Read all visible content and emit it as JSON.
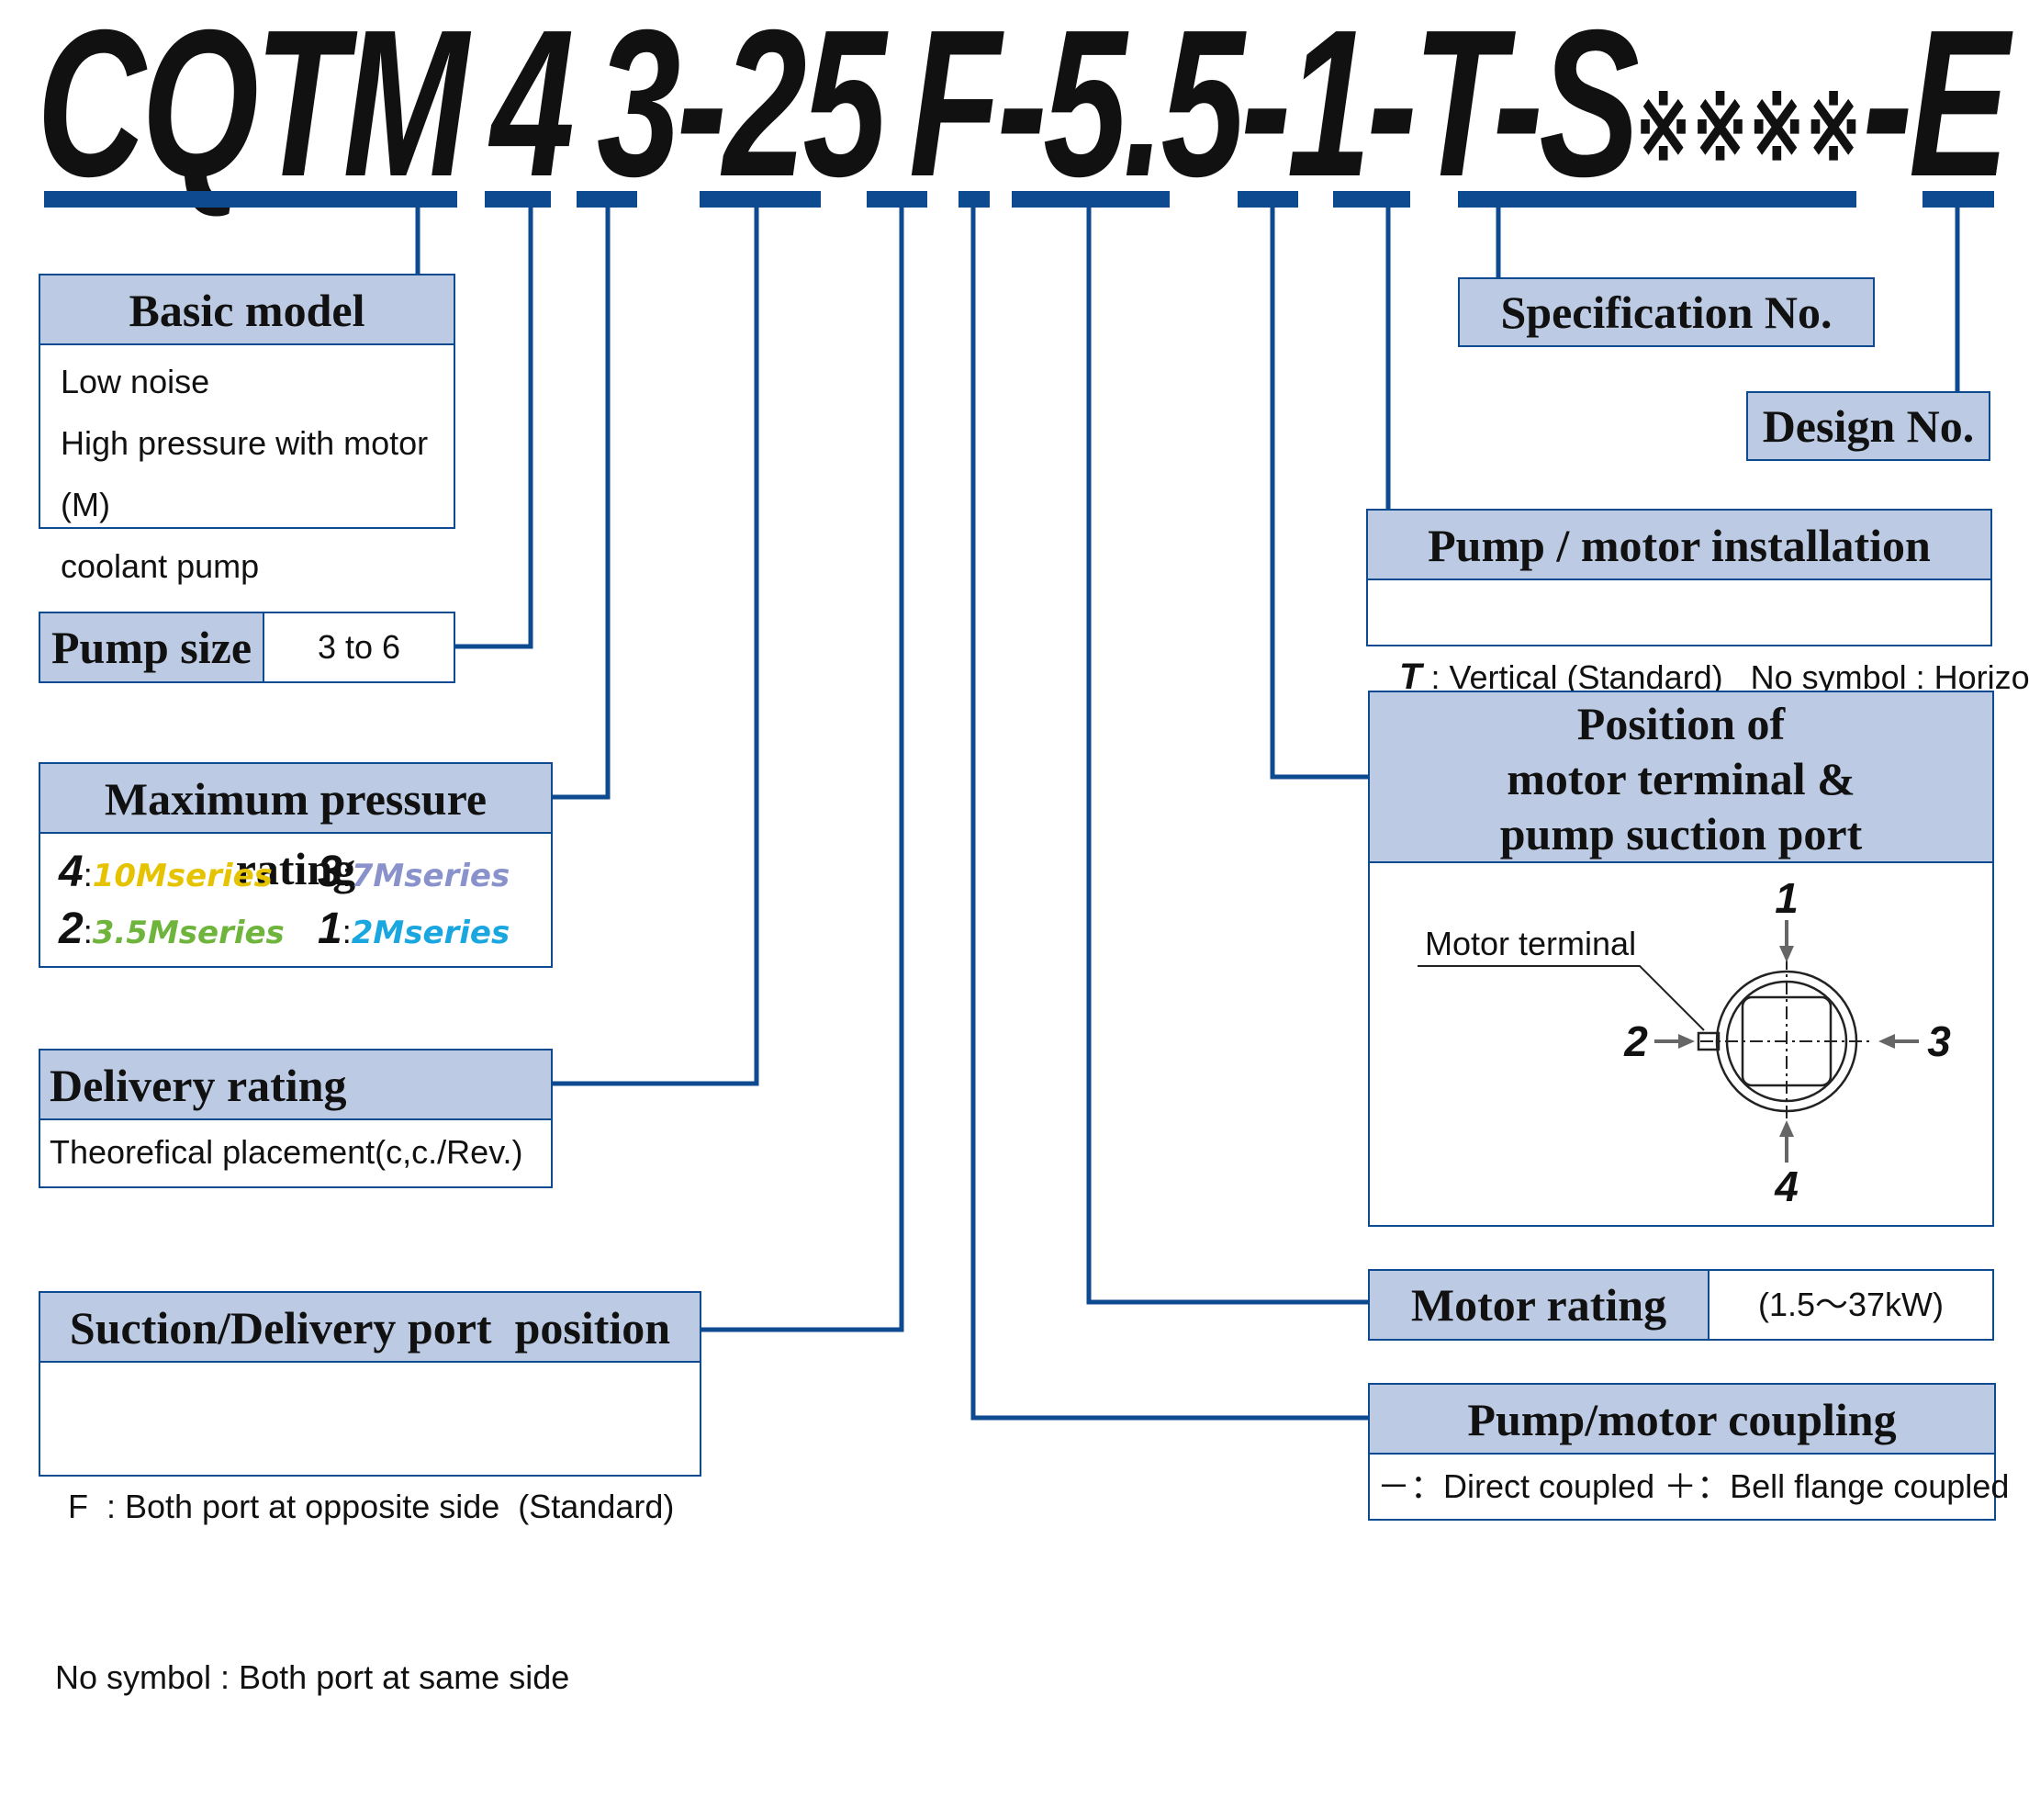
{
  "model_code": {
    "c1": "CQTM",
    "c2": "4",
    "c3": "3-25",
    "c4": "F-5.5-1-T-S",
    "marks": "※※※※",
    "c5": "-E"
  },
  "basic_model": {
    "title": "Basic model",
    "lines": [
      "Low noise",
      "High pressure with motor (M)",
      "coolant pump"
    ]
  },
  "pump_size": {
    "title": "Pump size",
    "value": "3 to 6"
  },
  "max_pressure": {
    "title": "Maximum pressure rating",
    "items": [
      {
        "symbol": "4",
        "sep": ":",
        "series": "10Mseries",
        "color": "#e6c300"
      },
      {
        "symbol": "3",
        "sep": ":",
        "series": "7Mseries",
        "color": "#8a92cc"
      },
      {
        "symbol": "2",
        "sep": ":",
        "series": "3.5Mseries",
        "color": "#6fb43c"
      },
      {
        "symbol": "1",
        "sep": ":",
        "series": "2Mseries",
        "color": "#1aa7e0"
      }
    ]
  },
  "delivery": {
    "title": "Delivery rating",
    "desc": "Theorefical placement(c,c./Rev.)"
  },
  "suction": {
    "title": "Suction/Delivery port  position",
    "line1": "F  : Both port at opposite side  (Standard)",
    "line2": "No symbol : Both port at same side"
  },
  "spec_no": {
    "title": "Specification No."
  },
  "design_no": {
    "title": "Design No."
  },
  "installation": {
    "title": "Pump / motor installation",
    "sym": "T",
    "desc": " : Vertical (Standard)   No symbol : Horizontal"
  },
  "position": {
    "title_lines": [
      "Position of",
      "motor terminal &",
      "pump suction port"
    ],
    "motor_terminal": "Motor terminal",
    "p1": "1",
    "p2": "2",
    "p3": "3",
    "p4": "4"
  },
  "motor_rating": {
    "title": "Motor rating",
    "value": "(1.5～37kW)"
  },
  "coupling": {
    "title": "Pump/motor coupling",
    "desc": "－：Direct coupled ＋：Bell flange coupled"
  },
  "colors": {
    "line": "#0e4a8f",
    "header": "#bccbe3",
    "text": "#111111"
  }
}
